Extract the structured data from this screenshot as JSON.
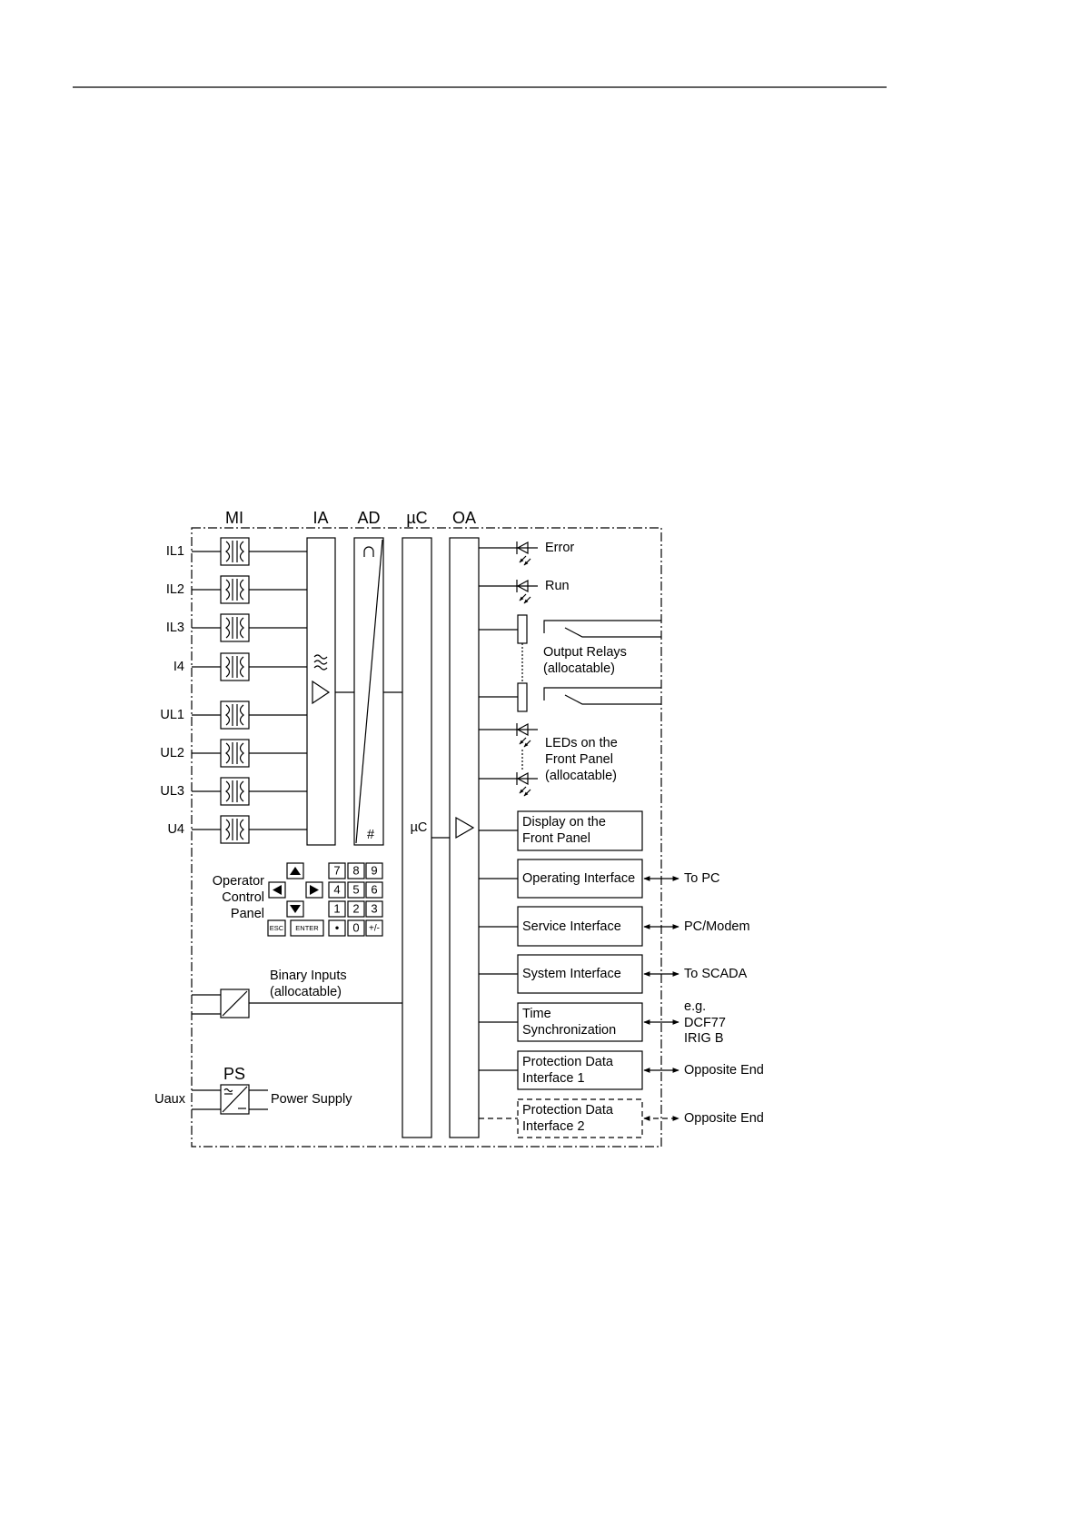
{
  "column_headers": {
    "mi": "MI",
    "ia": "IA",
    "ad": "AD",
    "uc": "µC",
    "oa": "OA"
  },
  "analog_inputs": [
    "IL1",
    "IL2",
    "IL3",
    "I4",
    "UL1",
    "UL2",
    "UL3",
    "U4"
  ],
  "ad_converter": {
    "digital_symbol": "#"
  },
  "microcontroller_label": "µC",
  "status_leds": {
    "error": "Error",
    "run": "Run"
  },
  "output_relays": [
    "Output Relays",
    "(allocatable)"
  ],
  "front_leds": [
    "LEDs on the",
    "Front Panel",
    "(allocatable)"
  ],
  "interfaces": [
    {
      "label": [
        "Display on the",
        "Front Panel"
      ]
    },
    {
      "label": [
        "Operating Interface"
      ],
      "target": [
        "To PC"
      ]
    },
    {
      "label": [
        "Service Interface"
      ],
      "target": [
        "PC/Modem"
      ]
    },
    {
      "label": [
        "System Interface"
      ],
      "target": [
        "To SCADA"
      ]
    },
    {
      "label": [
        "Time",
        "Synchronization"
      ],
      "target": [
        "e.g.",
        "DCF77",
        "IRIG B"
      ]
    },
    {
      "label": [
        "Protection Data",
        "Interface 1"
      ],
      "target": [
        "Opposite End"
      ]
    },
    {
      "label": [
        "Protection Data",
        "Interface 2"
      ],
      "target": [
        "Opposite End"
      ]
    }
  ],
  "operator_panel": {
    "label": [
      "Operator",
      "Control",
      "Panel"
    ],
    "keys": [
      [
        "7",
        "8",
        "9"
      ],
      [
        "4",
        "5",
        "6"
      ],
      [
        "1",
        "2",
        "3"
      ],
      [
        "•",
        "0",
        "+/-"
      ]
    ],
    "esc": "ESC",
    "enter": "ENTER"
  },
  "binary_inputs": [
    "Binary Inputs",
    "(allocatable)"
  ],
  "power_supply": {
    "header": "PS",
    "input": "Uaux",
    "label": "Power Supply"
  }
}
